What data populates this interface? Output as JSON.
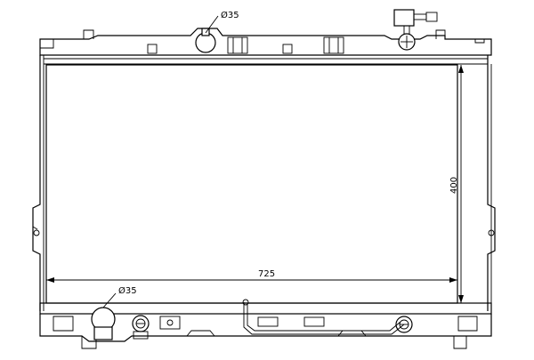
{
  "drawing": {
    "width_dimension": "725",
    "height_dimension": "400",
    "upper_inlet_diameter": "Ø35",
    "lower_outlet_diameter": "Ø35"
  }
}
